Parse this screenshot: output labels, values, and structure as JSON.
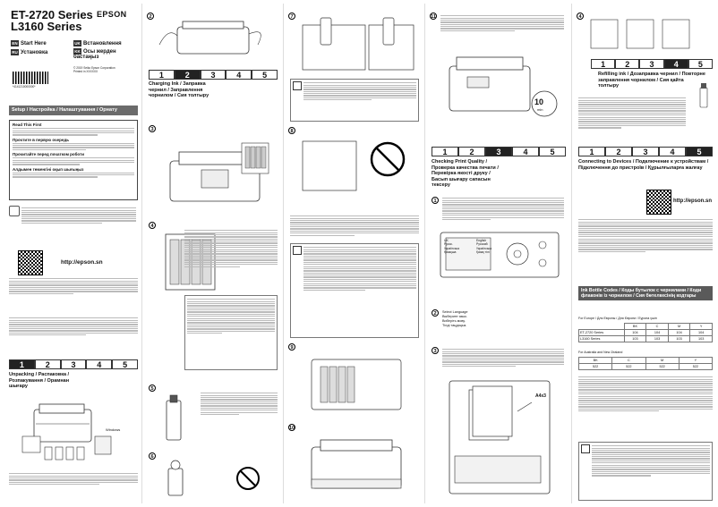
{
  "brand": "EPSON",
  "cover": {
    "model_line1": "ET-2720 Series",
    "model_line2": "L3160 Series",
    "langs": [
      {
        "code": "EN",
        "label": "Start Here"
      },
      {
        "code": "UK",
        "label": "Встановлення"
      },
      {
        "code": "RU",
        "label": "Установка"
      },
      {
        "code": "KK",
        "label": "Осы жерден бастаңыз"
      }
    ],
    "copyright": "© 2019 Seiko Epson Corporation",
    "printed": "Printed in XXXXXX",
    "barcode_text": "*4141210000000*",
    "setup_header": "Setup / Настройка / Налаштування / Орнату",
    "read_first_title": "Read This First",
    "read_first_ru": "Прочтите в первую очередь",
    "read_first_uk": "Прочитайте перед початком роботи",
    "read_first_kk": "Алдымен төменгіні оқып шығыңыз",
    "url": "http://epson.sn",
    "unpacking": "Unpacking / Распаковка / Розпакування / Орамнан шығару",
    "windows_label": "Windows"
  },
  "middle": {
    "charging_ink": "Charging Ink / Заправка чернил / Заправлення чорнилом / Сия толтыру",
    "select_language": "Select Language",
    "select_language_ru": "Выберите язык.",
    "select_language_uk": "Виберіть мову.",
    "select_language_kk": "Тілді таңдаңыз.",
    "lang_options": [
      "UK",
      "Русск.",
      "Українська",
      "Қазақша"
    ],
    "lang_options_col2": [
      "English",
      "Русский",
      "Українська",
      "Қазақ тілі"
    ],
    "a4_label": "A4x3",
    "percent_10": "10",
    "percent_unit": "min"
  },
  "right": {
    "steps": [
      "1",
      "2",
      "3",
      "4",
      "5"
    ],
    "checking_print_quality": "Checking Print Quality / Проверка качества печати / Перевірка якості друку / Басып шығару сапасын тексеру",
    "refilling_ink": "Refilling ink / Дозаправка чернил / Повторне заправлення чорнилом / Сия қайта толтыру",
    "connecting": "Connecting to Devices / Подключение к устройствам / Підключення до пристроїв / Құрылғыларға жалғау",
    "url": "http://epson.sn",
    "ink_codes_header": "Ink Bottle Codes / Коды бутылок с чернилами / Коди флаконів із чорнилом / Сия бөтелкесінің кодтары",
    "region1": "For Europe / Для Европы / Для Європи / Еуропа үшін",
    "region1_table": {
      "header": [
        "BK",
        "C",
        "M",
        "Y"
      ],
      "rows": [
        [
          "ET-2720 Series",
          "104",
          "104",
          "104",
          "104"
        ],
        [
          "L3160 Series",
          "103",
          "103",
          "103",
          "103"
        ]
      ]
    },
    "region2": "For Australia and New Zealand",
    "region2_table": {
      "header": [
        "BK",
        "C",
        "M",
        "Y"
      ],
      "rows": [
        [
          "",
          "522",
          "522",
          "522",
          "522"
        ]
      ]
    }
  }
}
